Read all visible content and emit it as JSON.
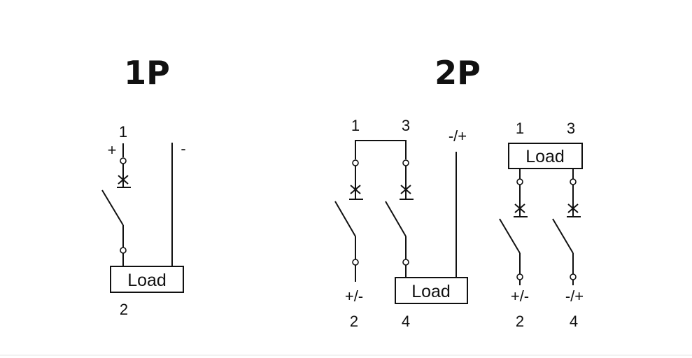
{
  "titles": {
    "one_pole": "1P",
    "two_pole": "2P"
  },
  "p1": {
    "top_terminal": "1",
    "bottom_terminal": "2",
    "plus": "+",
    "minus": "-",
    "load": "Load"
  },
  "p2a": {
    "top_left": "1",
    "top_right": "3",
    "neutral_label": "-/+",
    "bottom_left_polarity": "+/-",
    "bottom_left": "2",
    "bottom_right": "4",
    "load": "Load"
  },
  "p2b": {
    "top_left": "1",
    "top_right": "3",
    "load": "Load",
    "bottom_left_polarity": "+/-",
    "bottom_right_polarity": "-/+",
    "bottom_left": "2",
    "bottom_right": "4"
  }
}
